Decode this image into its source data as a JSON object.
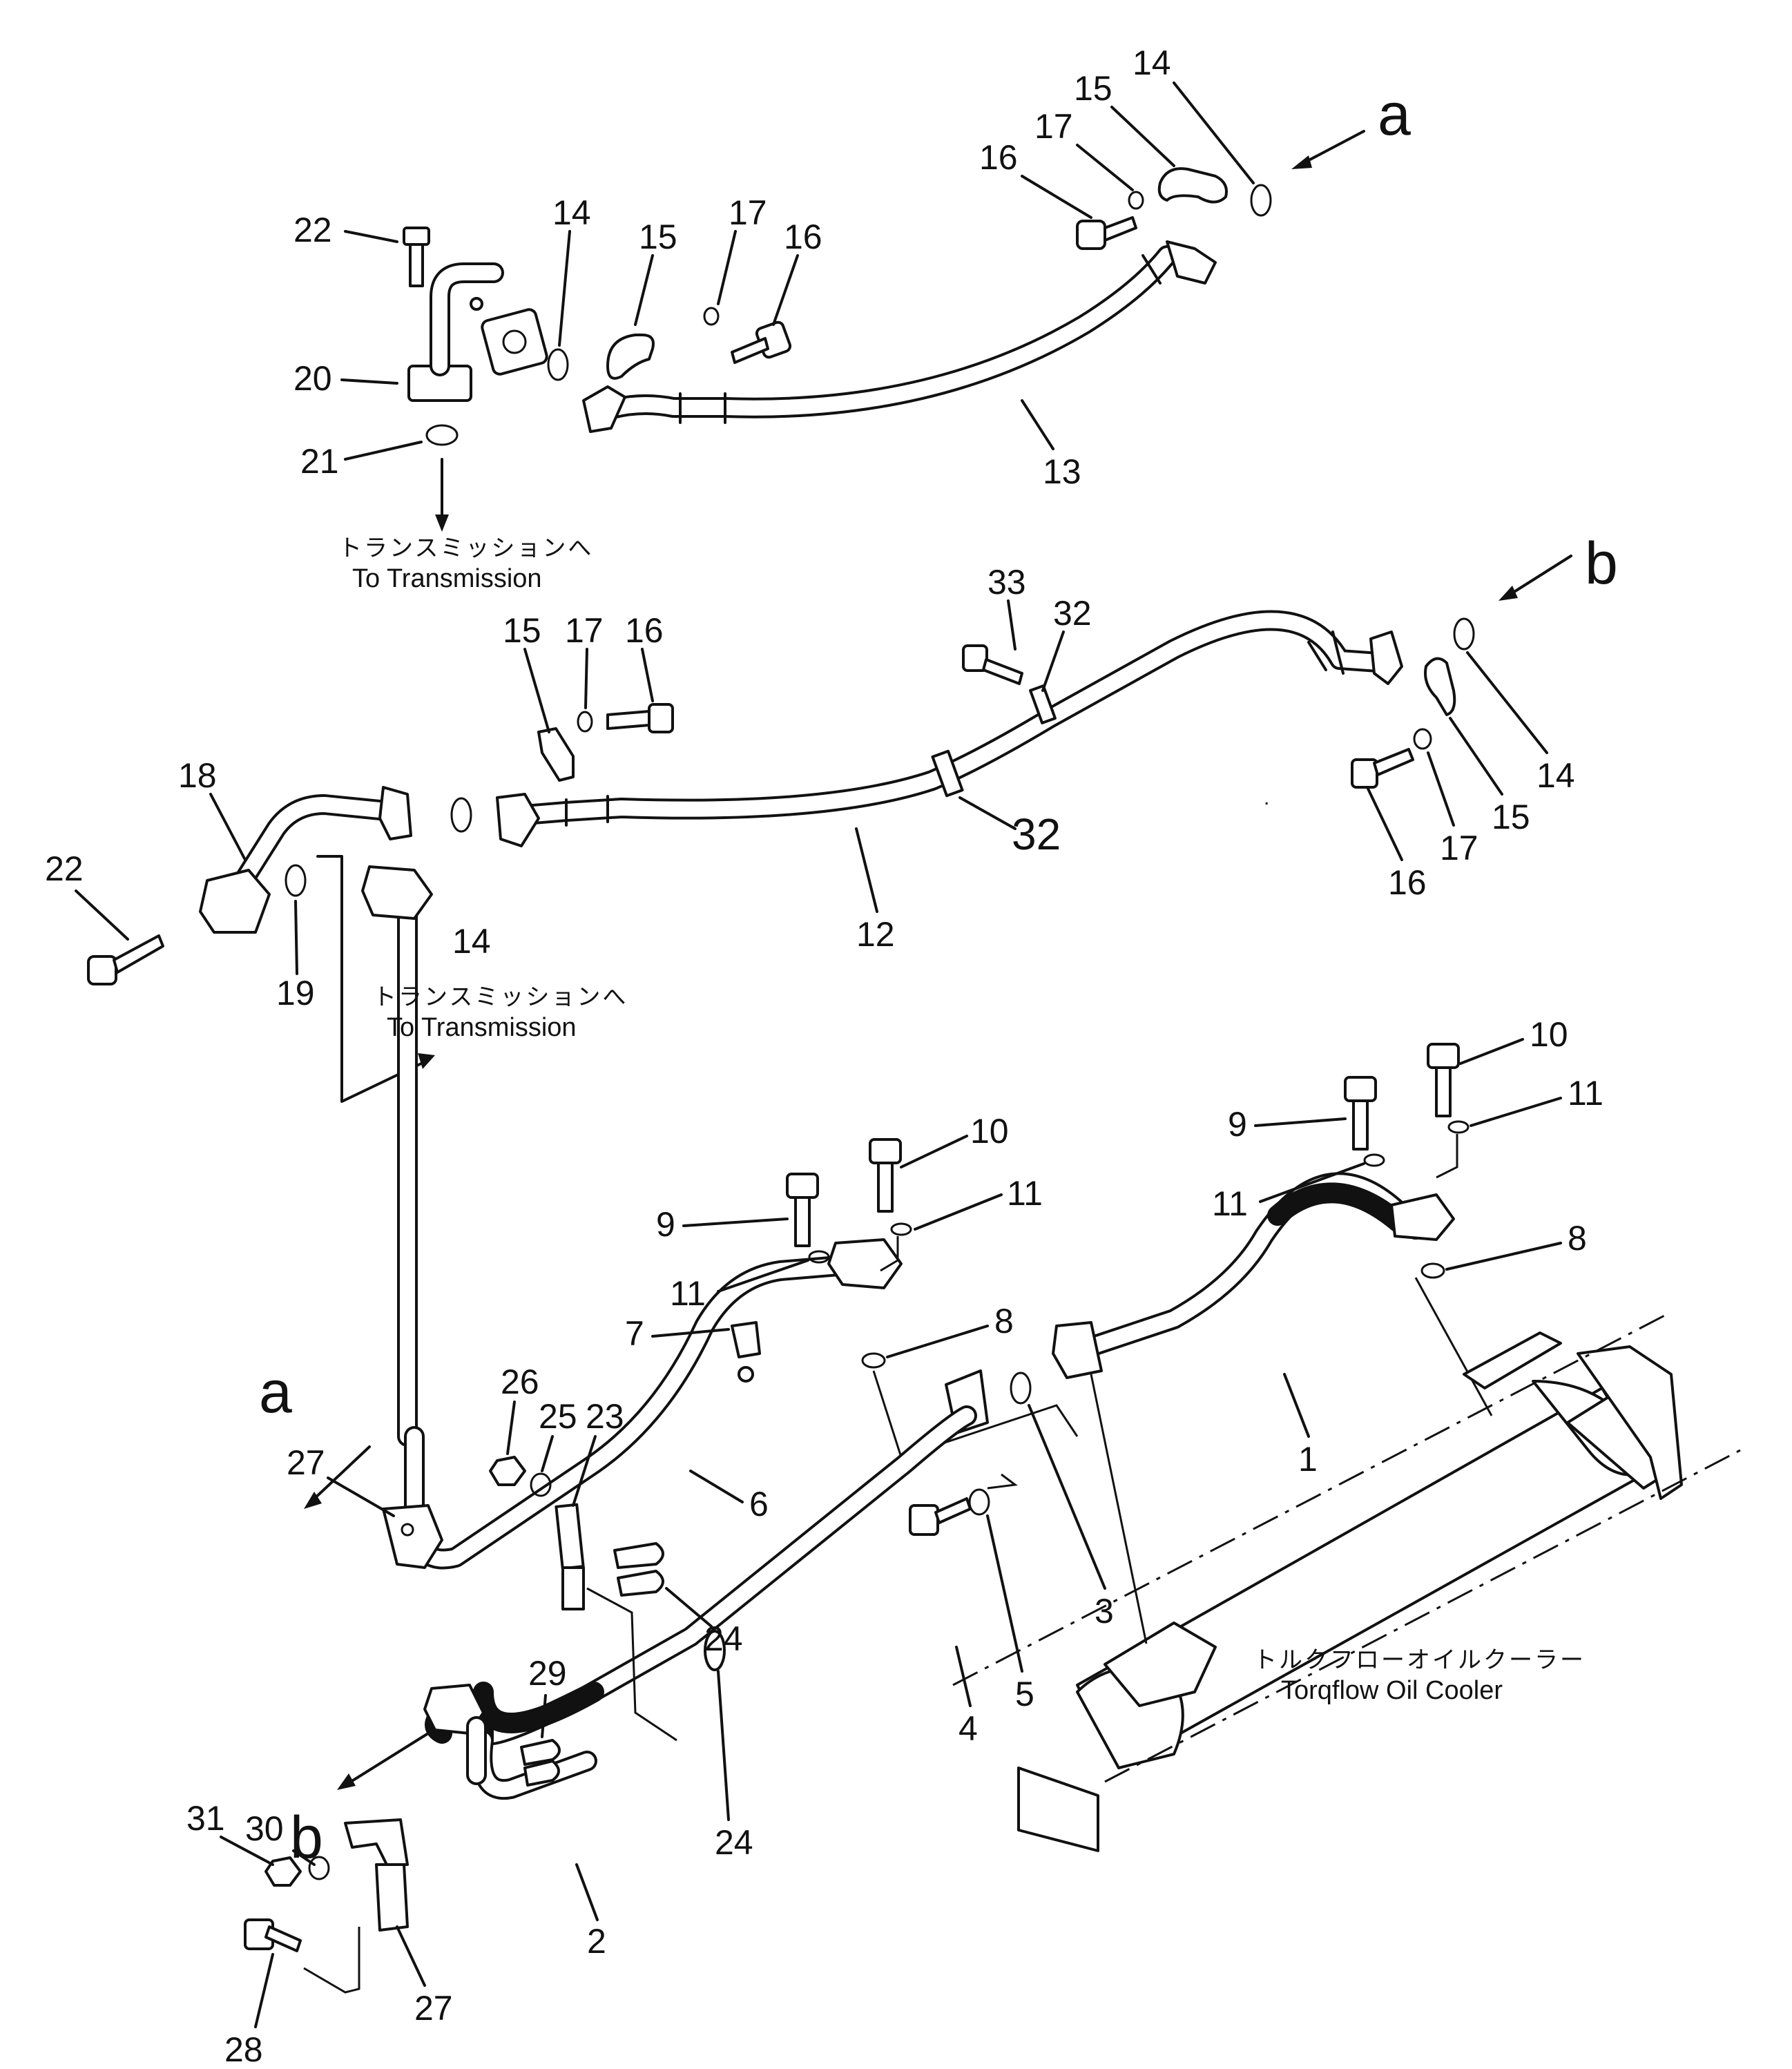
{
  "labels": {
    "p1": "1",
    "p2": "2",
    "p3": "3",
    "p4": "4",
    "p5": "5",
    "p6": "6",
    "p7": "7",
    "p8a": "8",
    "p8b": "8",
    "p9a": "9",
    "p9b": "9",
    "p10a": "10",
    "p10b": "10",
    "p11a": "11",
    "p11b": "11",
    "p11c": "11",
    "p11d": "11",
    "p12": "12",
    "p13": "13",
    "p14a": "14",
    "p14b": "14",
    "p14c": "14",
    "p14d": "14",
    "p15a": "15",
    "p15b": "15",
    "p15c": "15",
    "p15d": "15",
    "p16a": "16",
    "p16b": "16",
    "p16c": "16",
    "p16d": "16",
    "p17a": "17",
    "p17b": "17",
    "p17c": "17",
    "p17d": "17",
    "p18": "18",
    "p19": "19",
    "p20": "20",
    "p21": "21",
    "p22a": "22",
    "p22b": "22",
    "p23": "23",
    "p24a": "24",
    "p24b": "24",
    "p25": "25",
    "p26": "26",
    "p27a": "27",
    "p27b": "27",
    "p28": "28",
    "p29": "29",
    "p30": "30",
    "p31": "31",
    "p32a": "32",
    "p32b": "32",
    "p33": "33"
  },
  "letters": {
    "a_top": "a",
    "b_top": "b",
    "a_low": "a",
    "b_low": "b"
  },
  "notes": {
    "transmission_jp_1": "トランスミッションへ",
    "transmission_en_1": "To Transmission",
    "transmission_jp_2": "トランスミッションへ",
    "transmission_en_2": "To Transmission",
    "cooler_jp": "トルクフローオイルクーラー",
    "cooler_en": "Torqflow Oil Cooler"
  }
}
